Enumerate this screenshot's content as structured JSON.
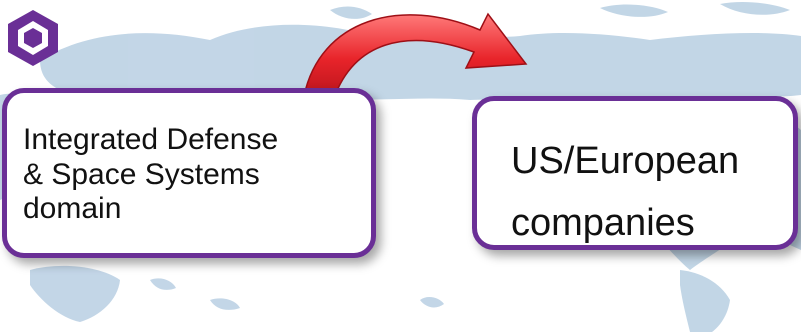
{
  "colors": {
    "map_land": "#b9cfe2",
    "box_border": "#6a2f96",
    "arrow_fill": "#e8242a",
    "logo_fill": "#6a2f96"
  },
  "icons": {
    "logo": "hexagon-ring-logo",
    "arrow": "curved-arrow-right"
  },
  "boxes": {
    "left": {
      "line1": "Integrated Defense",
      "line2": "& Space Systems",
      "line3": "domain"
    },
    "right": {
      "line1": "US/European",
      "line2": "companies"
    }
  }
}
